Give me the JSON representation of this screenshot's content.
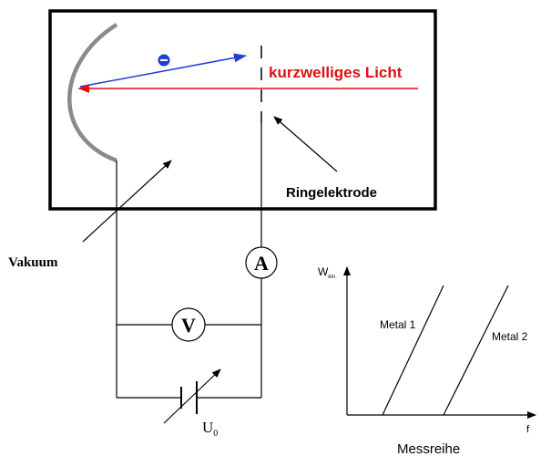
{
  "labels": {
    "electron_symbol": "⊖",
    "light": "kurzwelliges Licht",
    "ring_electrode": "Ringelektrode",
    "vacuum": "Vakuum",
    "ammeter": "A",
    "voltmeter": "V",
    "voltage_main": "U",
    "voltage_sub": "0"
  },
  "graph": {
    "y_axis_main": "W",
    "y_axis_sub": "kin",
    "x_axis": "f",
    "caption": "Messreihe",
    "series": [
      {
        "name": "Metal 1"
      },
      {
        "name": "Metal 2"
      }
    ]
  },
  "colors": {
    "electron_arrow": "#1f3fd6",
    "light_arrow": "#e01010",
    "light_text": "#e01010",
    "cathode": "#8a8a8a",
    "line": "#000000"
  }
}
